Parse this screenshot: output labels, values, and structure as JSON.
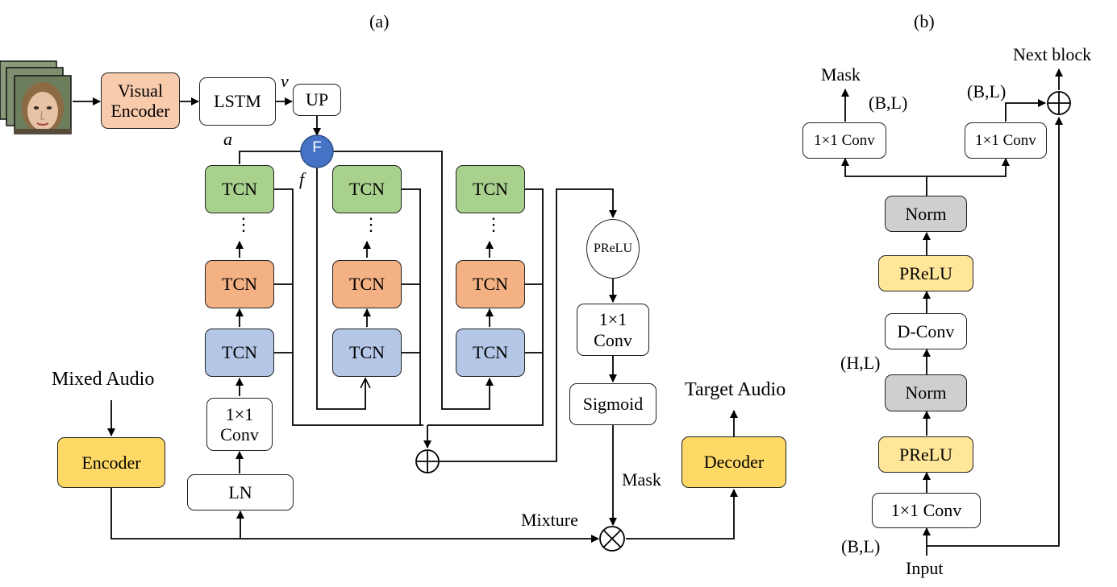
{
  "panel_a": {
    "label": "(a)",
    "visual_encoder": "Visual Encoder",
    "lstm": "LSTM",
    "up": "UP",
    "fusion": "F",
    "sym_v": "v",
    "sym_a": "a",
    "sym_f": "f",
    "tcn": "TCN",
    "conv_1x1": "1×1 Conv",
    "ln": "LN",
    "mixed_audio": "Mixed Audio",
    "encoder": "Encoder",
    "prelu": "PReLU",
    "sigmoid": "Sigmoid",
    "target_audio": "Target Audio",
    "decoder": "Decoder",
    "mask": "Mask",
    "mixture": "Mixture",
    "dots": "⋮"
  },
  "panel_b": {
    "label": "(b)",
    "mask": "Mask",
    "next_block": "Next block",
    "shape_bl_left": "(B,L)",
    "shape_bl_right": "(B,L)",
    "conv_out_left": "1×1 Conv",
    "conv_out_right": "1×1 Conv",
    "norm_top": "Norm",
    "prelu_top": "PReLU",
    "dconv": "D-Conv",
    "shape_hl": "(H,L)",
    "norm_bottom": "Norm",
    "prelu_bottom": "PReLU",
    "conv_in": "1×1 Conv",
    "shape_bl_input": "(B,L)",
    "input": "Input"
  },
  "colors": {
    "tcn_top": "#a9d18e",
    "tcn_mid": "#f4b183",
    "tcn_bottom": "#b4c7e7",
    "encoder_decoder": "#ffd966",
    "visual_encoder": "#f8cbad",
    "prelu_b": "#ffe699",
    "norm_b": "#d0cece",
    "fusion": "#4472c4"
  }
}
